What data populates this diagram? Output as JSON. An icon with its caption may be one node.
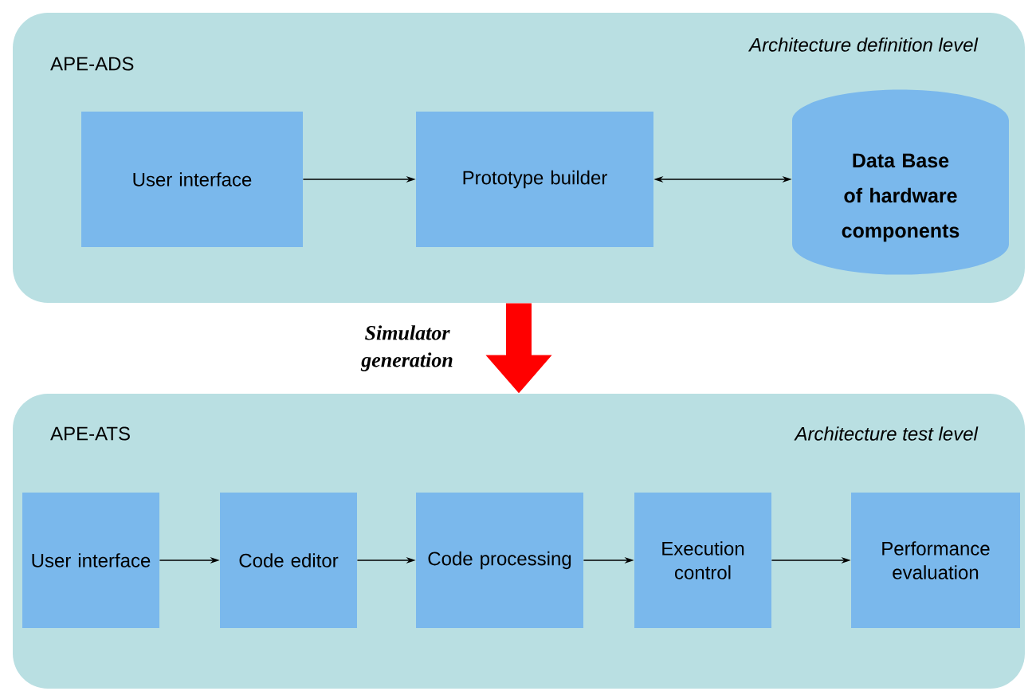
{
  "diagram": {
    "nodes": [
      {
        "text": [
          "APE-ADS",
          "Architecture definition level"
        ]
      },
      {
        "text": [
          "User interface"
        ],
        "in": 0
      },
      {
        "text": [
          "Prototype builder"
        ],
        "in": 0
      },
      {
        "text": [
          "Data Base of hardware components"
        ],
        "in": 0
      },
      {
        "text": [
          "APE-ATS",
          "Architecture test level"
        ]
      },
      {
        "text": [
          "User interface"
        ],
        "in": 4
      },
      {
        "text": [
          "Code editor"
        ],
        "in": 4
      },
      {
        "text": [
          "Code processing"
        ],
        "in": 4
      },
      {
        "text": [
          "Execution control"
        ],
        "in": 4
      },
      {
        "text": [
          "Performance evaluation"
        ],
        "in": 4
      }
    ],
    "edges": [
      {
        "from": 1,
        "to": 2,
        "arrow": "to"
      },
      {
        "from": 2,
        "to": 3,
        "arrow": "both"
      },
      {
        "from": 0,
        "to": 4,
        "arrow": "to",
        "label": "Simulator generation",
        "style": "thick",
        "color": "#ff0000"
      },
      {
        "from": 5,
        "to": 6,
        "arrow": "to"
      },
      {
        "from": 6,
        "to": 7,
        "arrow": "to"
      },
      {
        "from": 7,
        "to": 8,
        "arrow": "to"
      },
      {
        "from": 8,
        "to": 9,
        "arrow": "to"
      }
    ]
  }
}
